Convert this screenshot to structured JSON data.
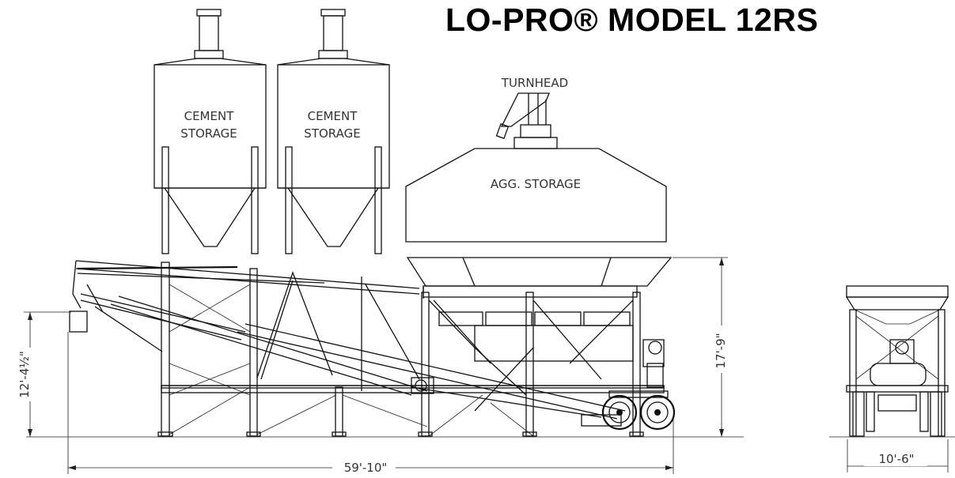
{
  "title": "LO-PRO® MODEL 12RS",
  "labels": {
    "silo1_line1": "CEMENT",
    "silo1_line2": "STORAGE",
    "silo2_line1": "CEMENT",
    "silo2_line2": "STORAGE",
    "turnhead": "TURNHEAD",
    "agg_storage": "AGG. STORAGE"
  },
  "dimensions": {
    "length": "59'-10\"",
    "height_total": "17'-9\"",
    "height_left": "12'-4½\"",
    "width_end": "10'-6\""
  }
}
